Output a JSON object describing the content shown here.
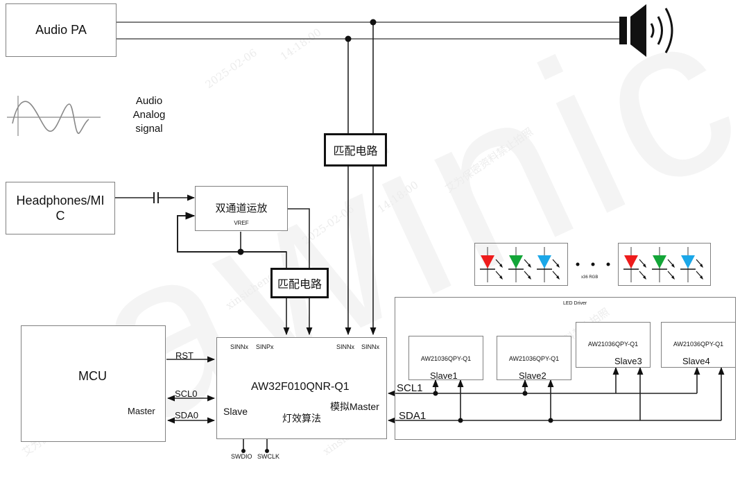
{
  "watermark": {
    "logo": "awinic",
    "texts": [
      "2025-02-06",
      "14:18:00",
      "xinsicheng",
      "艾为保密资料禁止拍照"
    ]
  },
  "blocks": {
    "audio_pa": "Audio PA",
    "audio_signal": [
      "Audio",
      "Analog",
      "signal"
    ],
    "headphones": [
      "Headphones/MI",
      "C"
    ],
    "opamp": "双通道运放",
    "vref": "VREF",
    "match_top": "匹配电路",
    "match_mid": "匹配电路",
    "mcu": "MCU",
    "mcu_role": "Master",
    "chip": {
      "name": "AW32F010QNR-Q1",
      "slave_label": "Slave",
      "algo_label": "灯效算法",
      "master_label": "模拟Master",
      "pins_top": [
        "SINNx",
        "SINPx",
        "SINNx",
        "SINNx"
      ],
      "pins_bottom": [
        "SWDIO",
        "SWCLK"
      ]
    },
    "led_driver": {
      "title": "LED Driver",
      "slaves": [
        {
          "part": "AW21036QPY-Q1",
          "role": "Slave1"
        },
        {
          "part": "AW21036QPY-Q1",
          "role": "Slave2"
        },
        {
          "part": "AW21036QPY-Q1",
          "role": "Slave3"
        },
        {
          "part": "AW21036QPY-Q1",
          "role": "Slave4"
        }
      ]
    },
    "leds": {
      "caption": "x36 RGB",
      "colors": [
        "#ee1c1c",
        "#13a538",
        "#1ba7e8"
      ]
    }
  },
  "signals": {
    "rst": "RST",
    "scl0": "SCL0",
    "sda0": "SDA0",
    "scl1": "SCL1",
    "sda1": "SDA1"
  }
}
